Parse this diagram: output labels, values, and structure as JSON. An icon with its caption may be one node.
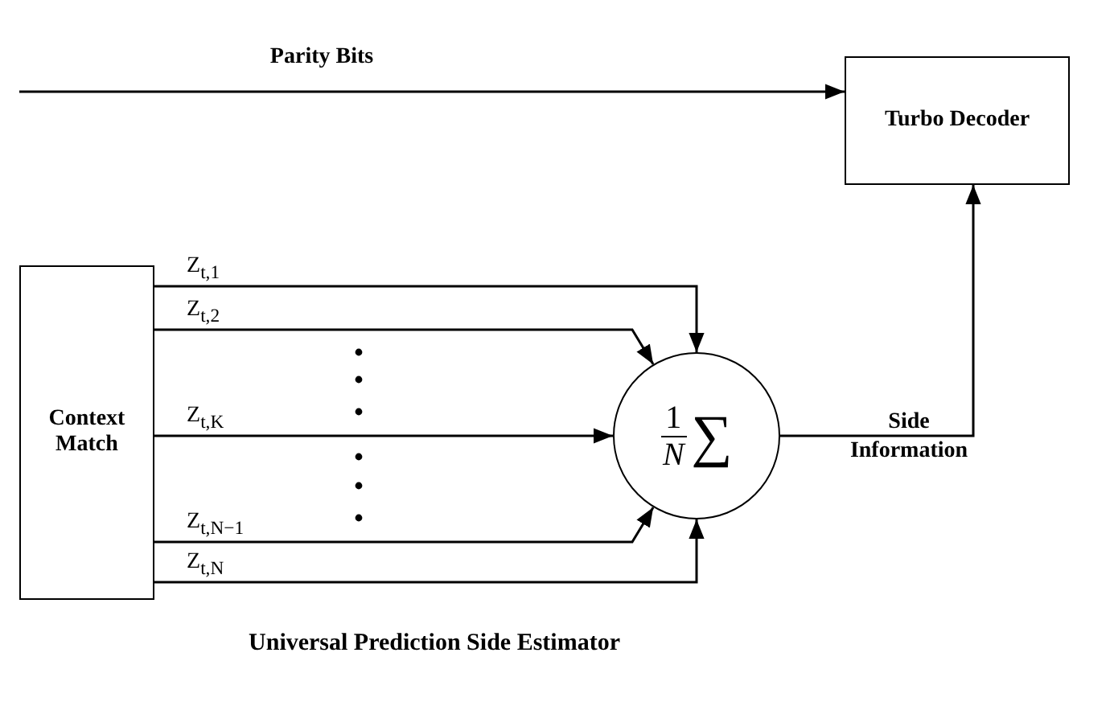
{
  "diagram": {
    "caption": "Universal Prediction Side Estimator",
    "nodes": [
      {
        "text": [
          "Turbo Decoder"
        ]
      },
      {
        "text": [
          "Context Match"
        ]
      },
      {
        "text": [
          "1",
          "N",
          "∑"
        ]
      }
    ],
    "edges": [
      {
        "from": null,
        "to": 0,
        "arrow": "to",
        "label": "Parity Bits"
      },
      {
        "from": 1,
        "to": 2,
        "arrow": "to",
        "label": "Z$_{t,1}$"
      },
      {
        "from": 1,
        "to": 2,
        "arrow": "to",
        "label": "Z$_{t,2}$"
      },
      {
        "from": 1,
        "to": 2,
        "arrow": "to",
        "label": "Z$_{t,K}$"
      },
      {
        "from": 1,
        "to": 2,
        "arrow": "to",
        "label": "Z$_{t,N−1}$"
      },
      {
        "from": 1,
        "to": 2,
        "arrow": "to",
        "label": "Z$_{t,N}$"
      },
      {
        "from": 2,
        "to": 0,
        "arrow": "to",
        "label": "Side Information"
      }
    ]
  }
}
